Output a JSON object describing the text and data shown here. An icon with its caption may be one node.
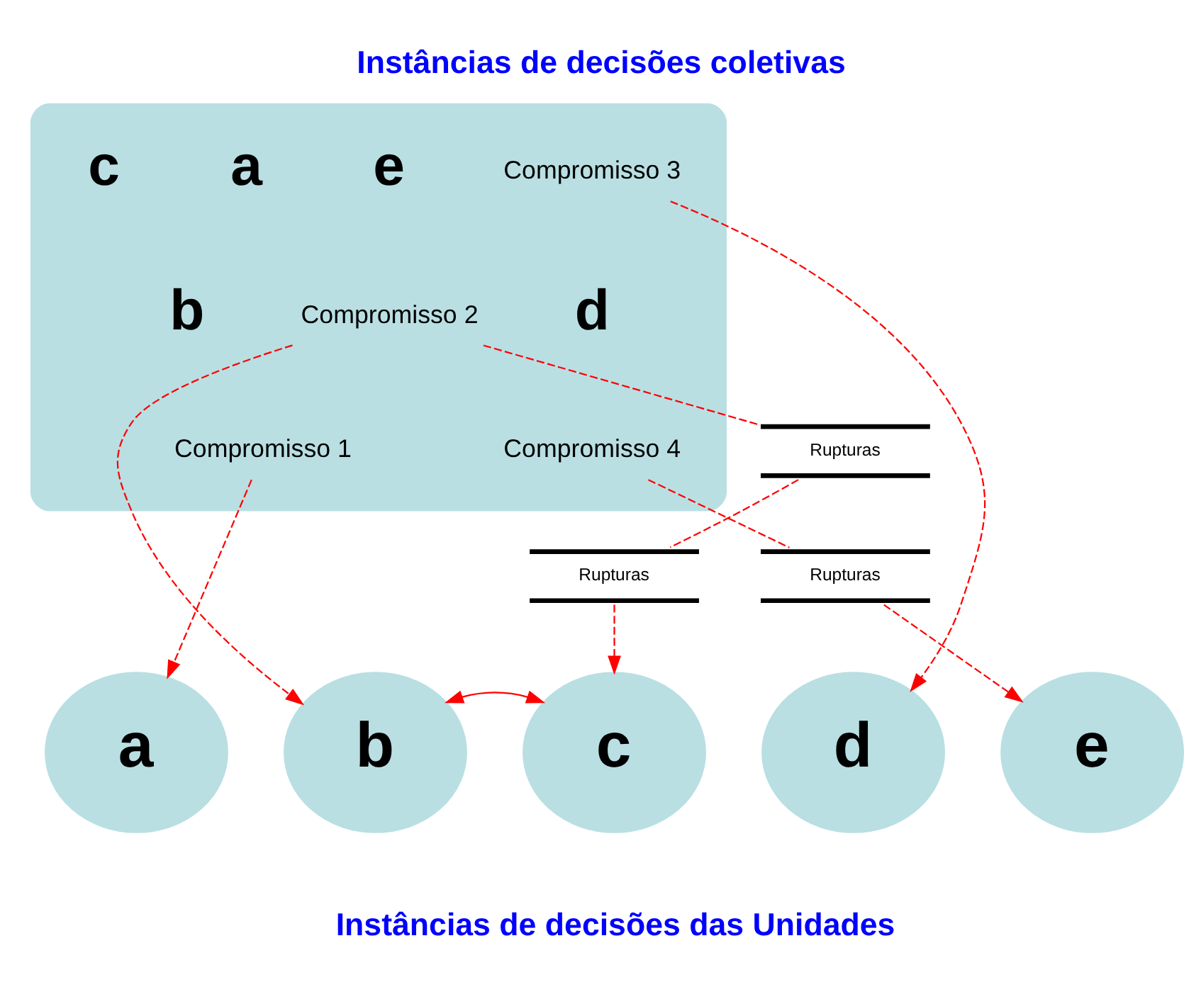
{
  "diagram": {
    "title": "Instâncias de decisões coletivas",
    "caption": "Instâncias de decisões das Unidades",
    "nodes": [
      {
        "text": [],
        "shape": "ellipse"
      },
      {
        "text": [
          "Compromisso 1"
        ],
        "in": 0
      },
      {
        "text": [
          "Compromisso 3"
        ],
        "in": 0
      },
      {
        "text": [
          "Compromisso 2"
        ],
        "in": 0
      },
      {
        "text": [
          "Compromisso 4"
        ],
        "in": 0
      },
      {
        "text": [
          "Rupturas"
        ]
      },
      {
        "text": [
          "Rupturas"
        ]
      },
      {
        "text": [
          "Rupturas"
        ]
      },
      {
        "text": [
          "a"
        ]
      },
      {
        "text": [
          "b"
        ]
      },
      {
        "text": [
          "c"
        ]
      },
      {
        "text": [
          "d"
        ]
      },
      {
        "text": [
          "e"
        ]
      }
    ],
    "edges": [
      {
        "from": 1,
        "to": 8,
        "arrow": "to",
        "style": "dashed"
      },
      {
        "from": 3,
        "to": 9,
        "arrow": "to",
        "style": "dashed"
      },
      {
        "from": 3,
        "to": 6,
        "arrow": "none",
        "style": "dashed"
      },
      {
        "from": 6,
        "to": 7,
        "arrow": "none",
        "style": "dashed"
      },
      {
        "from": 7,
        "to": 10,
        "arrow": "to",
        "style": "dashed"
      },
      {
        "from": 2,
        "to": 11,
        "arrow": "to",
        "style": "dashed"
      },
      {
        "from": 4,
        "to": 5,
        "arrow": "none",
        "style": "dashed"
      },
      {
        "from": 5,
        "to": 12,
        "arrow": "to",
        "style": "dashed"
      },
      {
        "from": 9,
        "to": 10,
        "arrow": "both"
      }
    ],
    "labels": [
      "a",
      "b",
      "e",
      "d",
      "c"
    ]
  }
}
